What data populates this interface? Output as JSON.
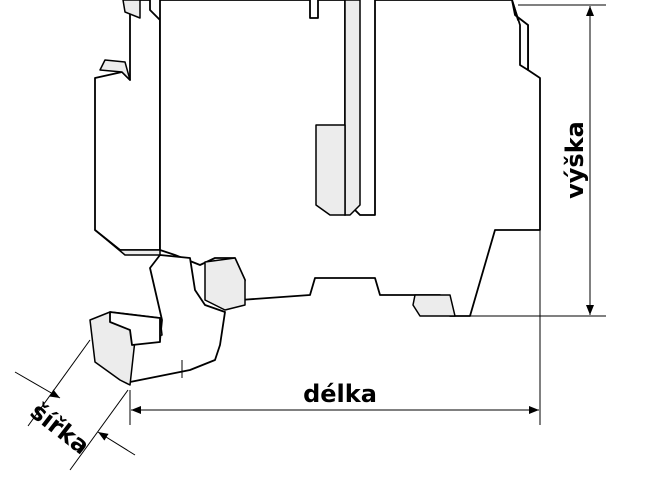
{
  "labels": {
    "height": "výška",
    "length": "délka",
    "width": "šířka"
  }
}
